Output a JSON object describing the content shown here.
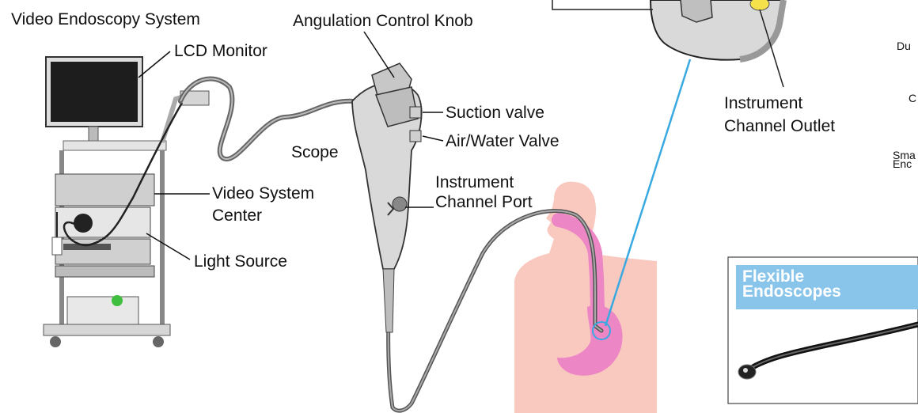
{
  "labels": {
    "system": "Video Endoscopy System",
    "knob": "Angulation Control Knob",
    "monitor": "LCD Monitor",
    "suction": "Suction valve",
    "airwater": "Air/Water Valve",
    "scope": "Scope",
    "port_line1": "Instrument",
    "port_line2": "Channel Port",
    "vsc_line1": "Video System",
    "vsc_line2": "Center",
    "light": "Light Source",
    "outlet_line1": "Instrument",
    "outlet_line2": "Channel Outlet",
    "flex_line1": "Flexible",
    "flex_line2": "Endoscopes"
  },
  "cropped_text": {
    "du": "Du",
    "c": "C",
    "sma": "Sma",
    "enc": "Enc"
  },
  "colors": {
    "body_silhouette": "#f9c9c0",
    "stomach": "#ec86c4",
    "pointer_line": "#39a9e1",
    "flex_banner": "#89c5ea"
  }
}
